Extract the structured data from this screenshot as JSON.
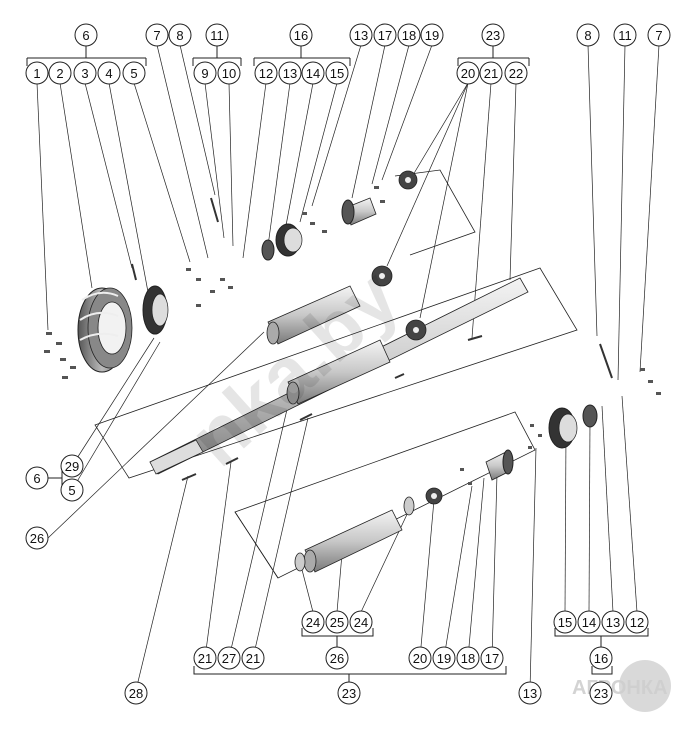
{
  "callouts_top": [
    "6",
    "7",
    "8",
    "11",
    "16",
    "13",
    "17",
    "18",
    "19",
    "23",
    "8",
    "11",
    "7"
  ],
  "callouts_top_sub": [
    "1",
    "2",
    "3",
    "4",
    "5",
    "9",
    "10",
    "12",
    "13",
    "14",
    "15",
    "20",
    "21",
    "22"
  ],
  "callouts_left": [
    "29",
    "6",
    "5",
    "26"
  ],
  "callouts_bottom": [
    "24",
    "25",
    "24",
    "21",
    "27",
    "21",
    "26",
    "20",
    "19",
    "18",
    "17",
    "15",
    "14",
    "13",
    "12",
    "28",
    "23",
    "13",
    "16",
    "23"
  ],
  "watermark_center": "nka.by",
  "watermark_logo": "АГРОНКА",
  "colors": {
    "line": "#222222",
    "part_light": "#e9e9e9",
    "part_mid": "#bdbdbd",
    "part_dark": "#6a6a6a"
  }
}
